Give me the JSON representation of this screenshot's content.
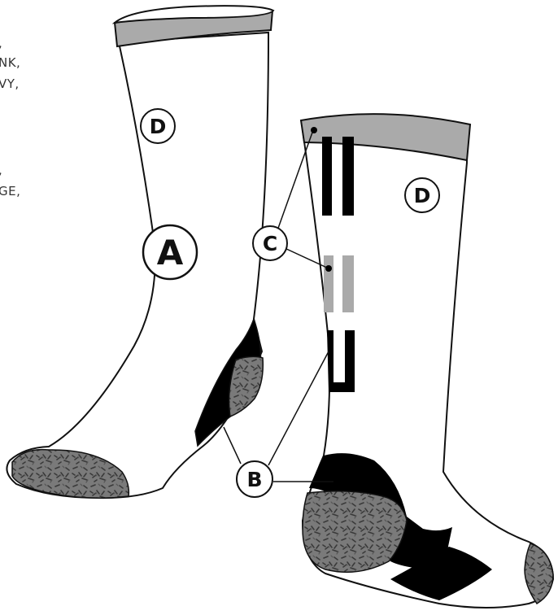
{
  "left_clipped_text": [
    ",",
    "NK,",
    "VY,",
    ",",
    "GE,"
  ],
  "callouts": {
    "a": "A",
    "b": "B",
    "c": "C",
    "d_left": "D",
    "d_right": "D"
  },
  "colors": {
    "outline": "#111111",
    "stripe_dark": "#000000",
    "band_gray": "#aaaaaa",
    "cushion_gray": "#757575",
    "speckle": "#3a3a3a",
    "fill": "#ffffff"
  }
}
